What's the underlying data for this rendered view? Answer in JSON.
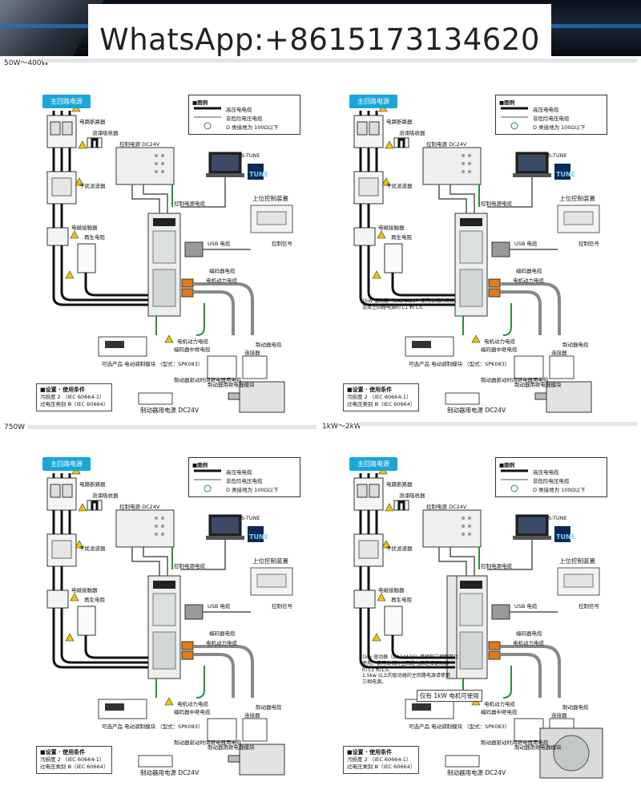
{
  "header": {
    "watermark": "WhatsApp:+8615173134620"
  },
  "sections": [
    "50W～400W",
    "750W",
    "1kW～2kW"
  ],
  "common": {
    "main_power": "主回路电源",
    "legend_title": "■图例",
    "legend_items": [
      "高压电电缆",
      "非危险电压电缆",
      "D 类接地为 100Ω以下"
    ],
    "breaker": "电路断路器",
    "surge": "浪涌吸收器",
    "control_power": "控制电源 DC24V",
    "stune": "S-TUNE",
    "stune_logo": "TUNE",
    "host": "上位控制装置",
    "filter": "干扰滤波器",
    "contactor": "电磁接触器",
    "regen": "再生电阻",
    "control_cable": "控制电源电缆",
    "usb_cable": "USB 电缆",
    "ctrl_signal": "控制信号",
    "encoder_cable": "编码器电缆",
    "motor_power_cable": "电机动力电缆",
    "motor_power_cable2": "电机动力电缆",
    "brake_cable": "制动器电缆",
    "encoder_relay": "编码器中继电缆",
    "conditions_title": "■设置 · 使用条件",
    "conditions_lines": [
      "污损度 2 （IEC 60664-1）",
      "过电压类别 Ⅲ（IEC 60664）"
    ],
    "brake_power": "制动器用电源 DC24V",
    "brake_relay": "制动器驱动时间继电器用电缆",
    "option": "可选产品 电动调制模块 （型式：SPK083）",
    "relay_module": "制动器用继电器模块",
    "conn_box": "连接器"
  },
  "panel_b": {
    "note_lines": [
      "1kW 驱动器（DA24A22）使用单相的场合，",
      "连接主回路电源的 L1 和 L3。"
    ]
  },
  "panel_d": {
    "note_lines": [
      "1kw 驱动器（DA24A22）单相和三相都可以",
      "使用。使用单相时主回路电源连接驱动器",
      "的 L1 和 L3。",
      "1.5kw 以上的驱动器的主回路电源请使用",
      "三相电源。"
    ],
    "only_label": "仅有 1kW 电机可使用"
  },
  "colors": {
    "tag": "#1aa6d9",
    "warn": "#f2c300",
    "wire": "#111111",
    "ground": "#2e8b3a",
    "relay_orange": "#e07b1a"
  }
}
